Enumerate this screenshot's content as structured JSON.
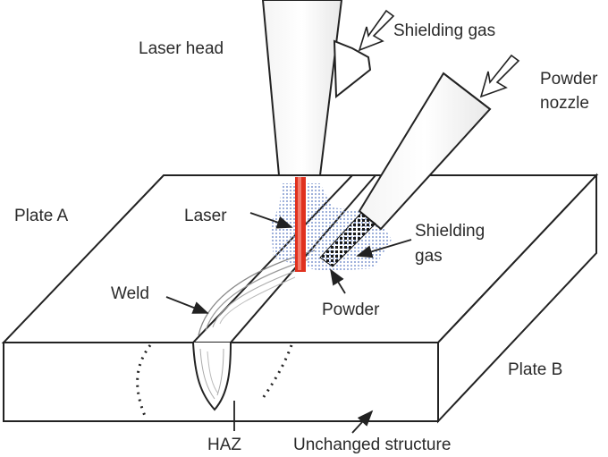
{
  "labels": {
    "laser_head": "Laser head",
    "shielding_gas_top": "Shielding gas",
    "powder_nozzle_line1": "Powder",
    "powder_nozzle_line2": "nozzle",
    "plate_a": "Plate A",
    "laser": "Laser",
    "shielding_gas_side_line1": "Shielding",
    "shielding_gas_side_line2": "gas",
    "weld": "Weld",
    "powder": "Powder",
    "plate_b": "Plate B",
    "haz": "HAZ",
    "unchanged_structure": "Unchanged structure"
  },
  "colors": {
    "laser_beam": "#e0311f",
    "gas_cloud": "#8aa2d6",
    "outline": "#222222"
  }
}
